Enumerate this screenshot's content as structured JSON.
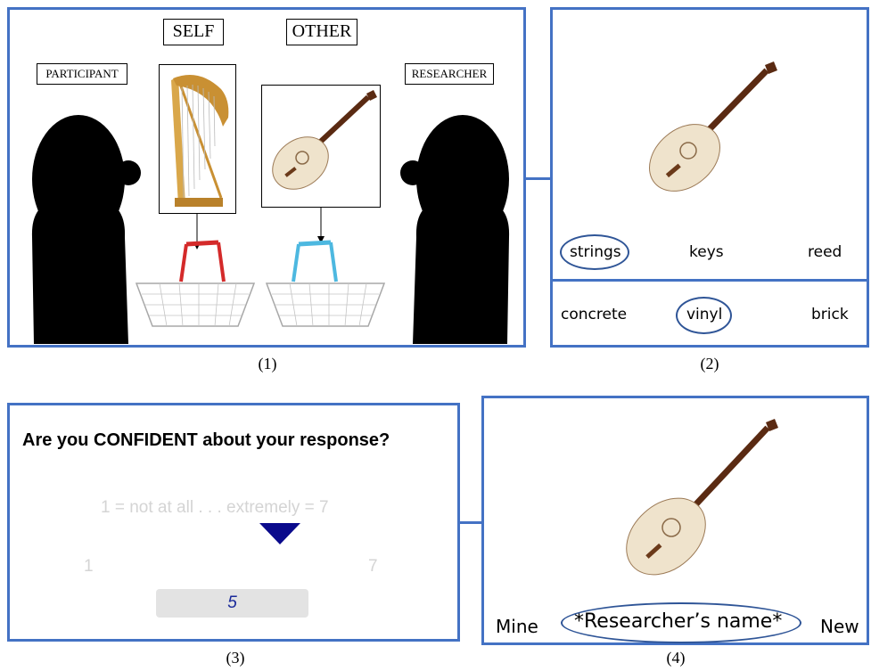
{
  "panel1": {
    "self_label": "SELF",
    "other_label": "OTHER",
    "participant_label": "PARTICIPANT",
    "researcher_label": "RESEARCHER",
    "caption": "(1)"
  },
  "panel2": {
    "options_row1": [
      "strings",
      "keys",
      "reed"
    ],
    "options_row2": [
      "concrete",
      "vinyl",
      "brick"
    ],
    "selected_row1": "strings",
    "selected_row2": "vinyl",
    "caption": "(2)"
  },
  "panel3": {
    "question": "Are you CONFIDENT about your response?",
    "scale_hint": "1 = not at all . . . extremely = 7",
    "scale_min": "1",
    "scale_max": "7",
    "response_value": "5",
    "caption": "(3)"
  },
  "panel4": {
    "option_left": "Mine",
    "option_middle": "*Researcher’s name*",
    "option_right": "New",
    "caption": "(4)"
  },
  "colors": {
    "frame": "#4472c4",
    "oval": "#2f5597",
    "marker": "#0a0a8c",
    "red_basket": "#d42a2a",
    "blue_basket": "#4db8e0"
  }
}
